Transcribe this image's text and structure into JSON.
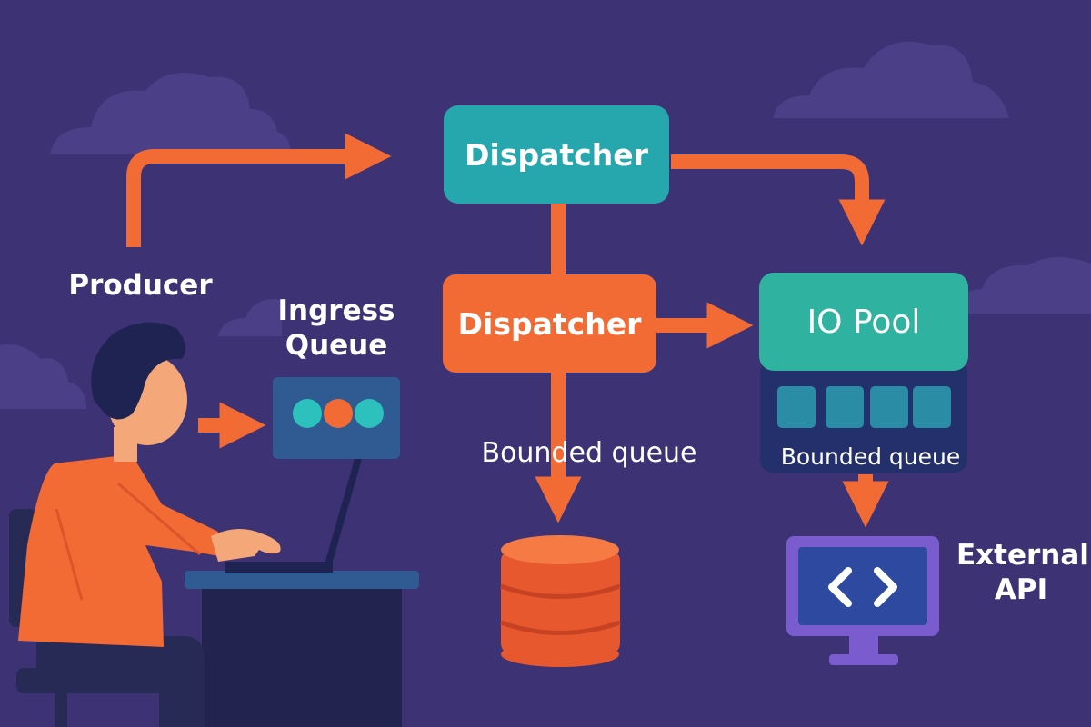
{
  "diagram": {
    "nodes": {
      "dispatcher_top": "Dispatcher",
      "dispatcher_mid": "Dispatcher",
      "io_pool": "IO Pool"
    },
    "labels": {
      "producer": "Producer",
      "ingress_queue": "Ingress\nQueue",
      "bounded_queue_left": "Bounded queue",
      "bounded_queue_right": "Bounded queue",
      "external_api": "External\nAPI"
    },
    "colors": {
      "background": "#3d3273",
      "teal": "#26a7ae",
      "orange": "#f26b35",
      "arrow": "#f26b35",
      "io_pool": "#2fb3a0",
      "queue_panel": "#24306b",
      "monitor": "#7a5ccf"
    },
    "icons": [
      "cloud-icon",
      "person-icon",
      "laptop-icon",
      "database-icon",
      "monitor-code-icon"
    ]
  }
}
